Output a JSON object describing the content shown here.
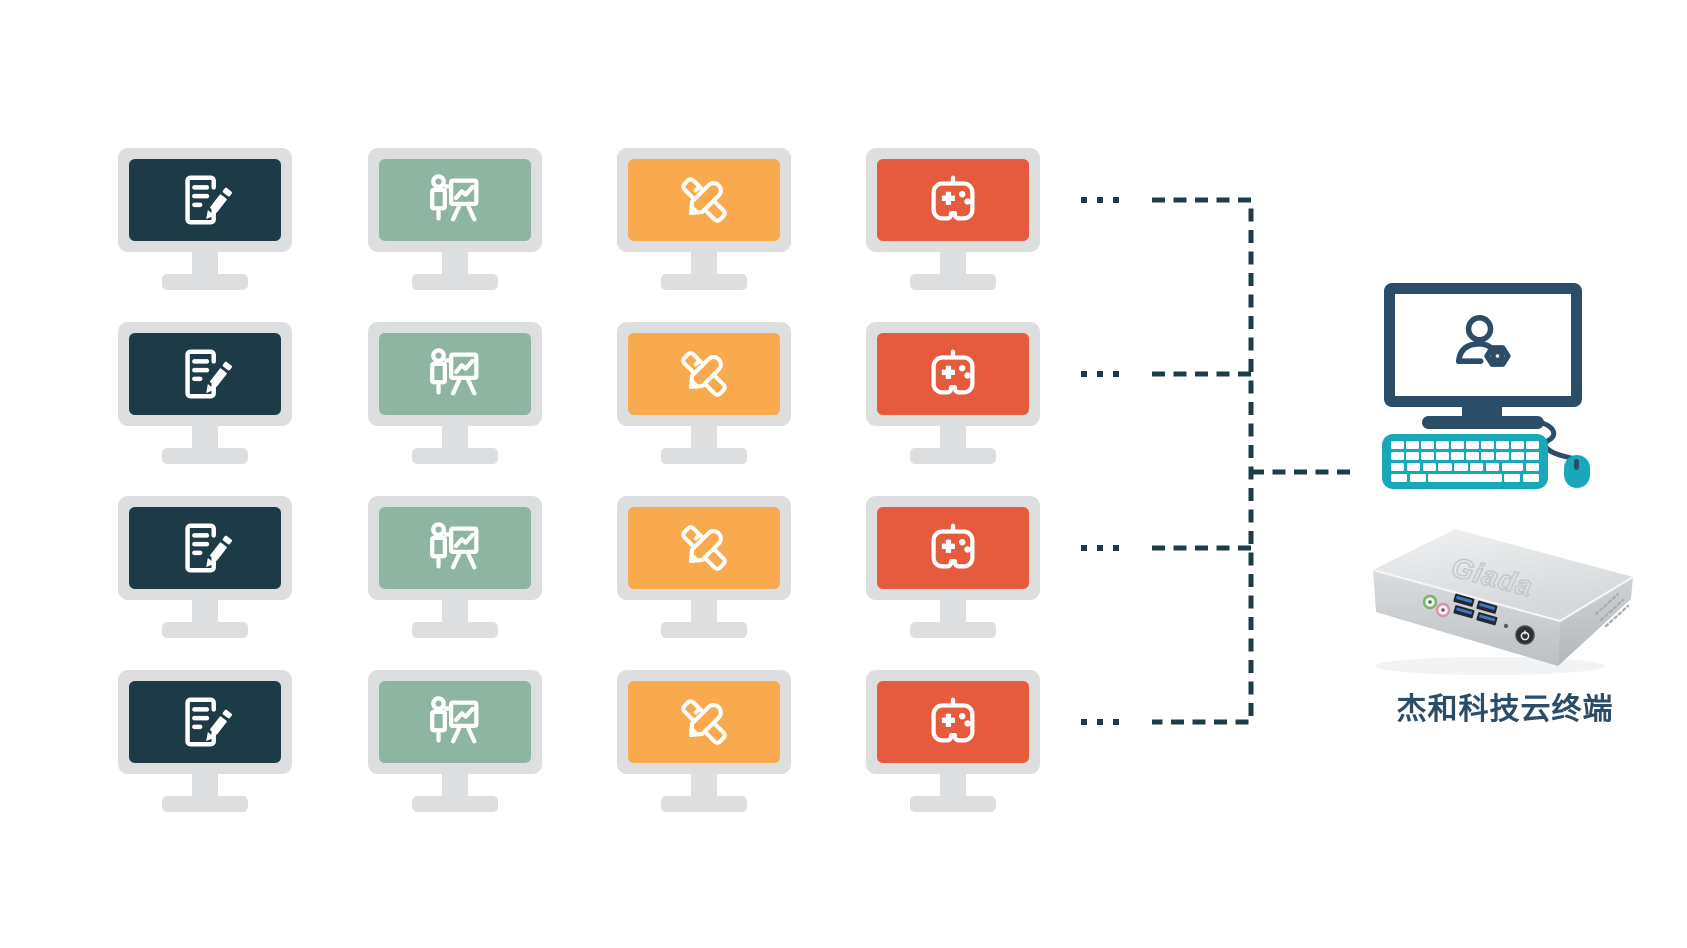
{
  "diagram": {
    "background": "#ffffff",
    "connector_color": "#1d3c47",
    "connector_style": "dashed"
  },
  "grid": {
    "rows": 4,
    "frame_color": "#dcdee0",
    "row_ellipsis_icon": "ellipsis-dots-icon",
    "columns": [
      {
        "name": "office",
        "icon": "document-edit-icon",
        "screen_color": "#1d3b47"
      },
      {
        "name": "presentation",
        "icon": "presentation-icon",
        "screen_color": "#8db5a1"
      },
      {
        "name": "design",
        "icon": "ruler-pencil-icon",
        "screen_color": "#f9a94e"
      },
      {
        "name": "gaming",
        "icon": "gamepad-icon",
        "screen_color": "#e65b3d"
      }
    ]
  },
  "host": {
    "monitor_color": "#2c4d68",
    "screen_icon": "user-gear-icon",
    "keyboard_color": "#17a9b9",
    "mouse_color": "#17a9b9",
    "device_logo": "Giada",
    "label": "杰和科技云终端",
    "label_color": "#2c4d68"
  }
}
